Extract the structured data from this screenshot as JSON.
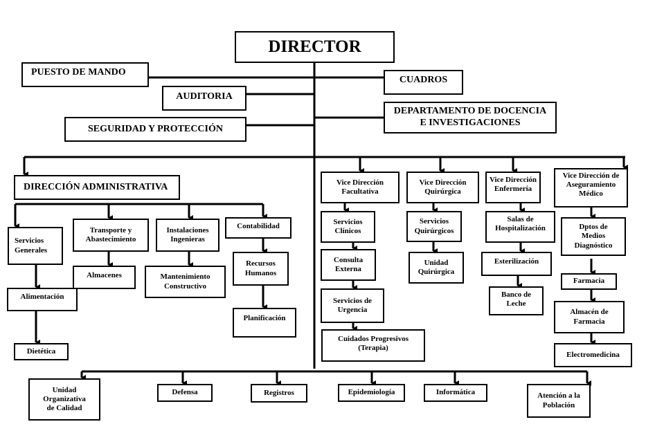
{
  "diagram": {
    "type": "organizational-chart",
    "colors": {
      "line": "#000000",
      "box_border": "#000000",
      "box_fill": "#ffffff",
      "text": "#000000"
    },
    "director": {
      "label": "DIRECTOR"
    },
    "staff_units": {
      "left": [
        {
          "label": "PUESTO DE MANDO"
        },
        {
          "label": "AUDITORIA"
        },
        {
          "label": "SEGURIDAD Y PROTECCIÓN"
        }
      ],
      "right": [
        {
          "label": "CUADROS"
        },
        {
          "label": "DEPARTAMENTO DE DOCENCIA\nE INVESTIGACIONES"
        }
      ]
    },
    "administrativa": {
      "label": "DIRECCIÓN ADMINISTRATIVA",
      "children": [
        {
          "label": "Servicios\nGenerales",
          "children": [
            {
              "label": "Alimentación",
              "children": [
                {
                  "label": "Dietética"
                }
              ]
            }
          ]
        },
        {
          "label": "Transporte y\nAbastecimiento",
          "children": [
            {
              "label": "Almacenes"
            }
          ]
        },
        {
          "label": "Instalaciones\nIngenieras",
          "children": [
            {
              "label": "Mantenimiento\nConstructivo"
            }
          ]
        },
        {
          "label": "Contabilidad",
          "children": [
            {
              "label": "Recursos\nHumanos",
              "children": [
                {
                  "label": "Planificación"
                }
              ]
            }
          ]
        }
      ]
    },
    "vice_direcciones": [
      {
        "label": "Vice Dirección\nFacultativa",
        "chain": [
          "Servicios\nClínicos",
          "Consulta\nExterna",
          "Servicios de\nUrgencia",
          "Cuidados Progresivos\n(Terapia)"
        ]
      },
      {
        "label": "Vice Dirección\nQuirúrgica",
        "chain": [
          "Servicios\nQuirúrgicos",
          "Unidad\nQuirúrgica"
        ]
      },
      {
        "label": "Vice Dirección\nEnfermería",
        "chain": [
          "Salas de\nHospitalización",
          "Esterilización",
          "Banco de\nLeche"
        ]
      },
      {
        "label": "Vice Dirección de\nAseguramiento\nMédico",
        "chain": [
          "Dptos de\nMedios\nDiagnóstico",
          "Farmacia",
          "Almacén de\nFarmacia",
          "Electromedicina"
        ]
      }
    ],
    "bottom_units": [
      {
        "label": "Unidad\nOrganizativa\nde Calidad"
      },
      {
        "label": "Defensa"
      },
      {
        "label": "Registros"
      },
      {
        "label": "Epidemiología"
      },
      {
        "label": "Informática"
      },
      {
        "label": "Atención a la\nPoblación"
      }
    ]
  }
}
